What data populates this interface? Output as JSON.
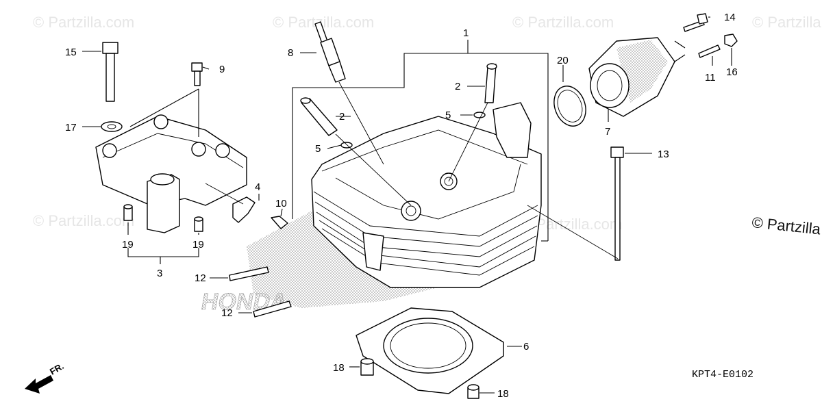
{
  "diagram": {
    "code": "KPT4-E0102",
    "front_marker": "FR.",
    "brand_mark": "HONDA",
    "watermark": "© Partzilla.com",
    "watermark_side": "© Partzilla",
    "callouts": {
      "c1": "1",
      "c2a": "2",
      "c2b": "2",
      "c3": "3",
      "c4": "4",
      "c5a": "5",
      "c5b": "5",
      "c6": "6",
      "c7": "7",
      "c8": "8",
      "c9": "9",
      "c10": "10",
      "c11": "11",
      "c12a": "12",
      "c12b": "12",
      "c13": "13",
      "c14": "14",
      "c15": "15",
      "c16": "16",
      "c17": "17",
      "c18a": "18",
      "c18b": "18",
      "c19a": "19",
      "c19b": "19",
      "c20": "20"
    }
  }
}
